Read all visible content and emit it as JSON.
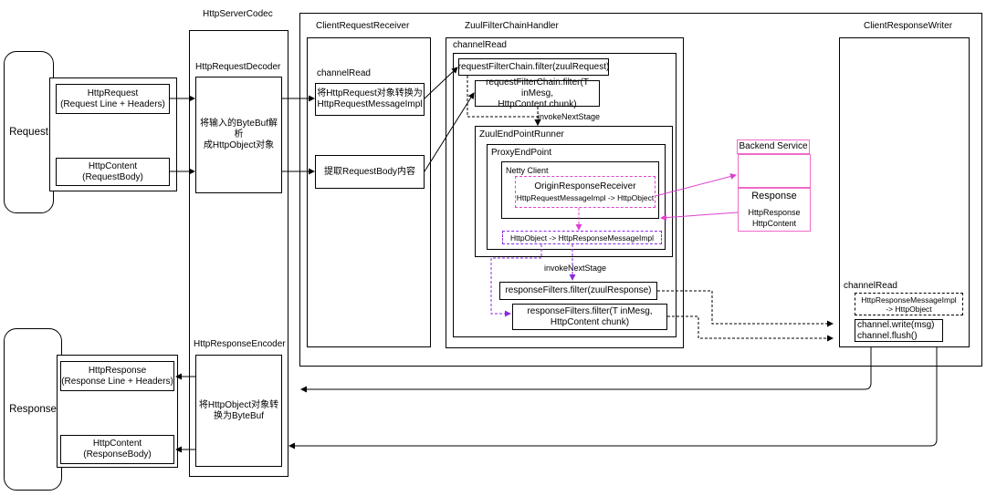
{
  "request_box": {
    "label": "Request"
  },
  "response_box": {
    "label": "Response"
  },
  "http_request": {
    "line1": "HttpRequest",
    "line2": "(Request Line + Headers)"
  },
  "http_content_req": {
    "line1": "HttpContent",
    "line2": "(RequestBody)"
  },
  "http_response": {
    "line1": "HttpResponse",
    "line2": "(Response Line + Headers)"
  },
  "http_content_resp": {
    "line1": "HttpContent",
    "line2": "(ResponseBody)"
  },
  "codec": {
    "title": "HttpServerCodec",
    "decoder_title": "HttpRequestDecoder",
    "decoder_text1": "将输入的ByteBuf解析",
    "decoder_text2": "成HttpObject对象",
    "encoder_title": "HttpResponseEncoder",
    "encoder_text1": "将HttpObject对象转",
    "encoder_text2": "换为ByteBuf"
  },
  "receiver": {
    "title": "ClientRequestReceiver",
    "channel_read": "channelRead",
    "convert1": "将HttpRequest对象转换为",
    "convert2": "HttpRequestMessageImpl",
    "extract": "提取RequestBody内容"
  },
  "zuul_handler": {
    "title": "ZuulFilterChainHandler",
    "channel_read": "channelRead",
    "req_filter1": "requestFilterChain.filter(zuulRequest)",
    "req_filter2_l1": "requestFilterChain.filter(T inMesg,",
    "req_filter2_l2": "HttpContent chunk)",
    "invoke_next1": "invokeNextStage",
    "endpoint_runner": "ZuulEndPointRunner",
    "proxy_endpoint": "ProxyEndPoint",
    "netty_client": "Netty Client",
    "origin_receiver": "OriginResponseReceiver",
    "origin_convert": "HttpRequestMessageImpl -> HttpObject",
    "resp_convert": "HttpObject -> HttpResponseMessageImpl",
    "invoke_next2": "invokeNextStage",
    "resp_filter1": "responseFilters.filter(zuulResponse)",
    "resp_filter2_l1": "responseFilters.filter(T inMesg,",
    "resp_filter2_l2": "HttpContent chunk)"
  },
  "backend": {
    "title": "Backend Service",
    "response": "Response",
    "http_response": "HttpResponse",
    "http_content": "HttpContent"
  },
  "writer": {
    "title": "ClientResponseWriter",
    "channel_read": "channelRead",
    "msg_l1": "HttpResponseMessageImpl",
    "msg_l2": "-> HttpObject",
    "write": "channel.write(msg)",
    "flush": "channel.flush()"
  },
  "colors": {
    "pink": "#e040d0",
    "purple": "#8a2be2",
    "black": "#000000"
  }
}
